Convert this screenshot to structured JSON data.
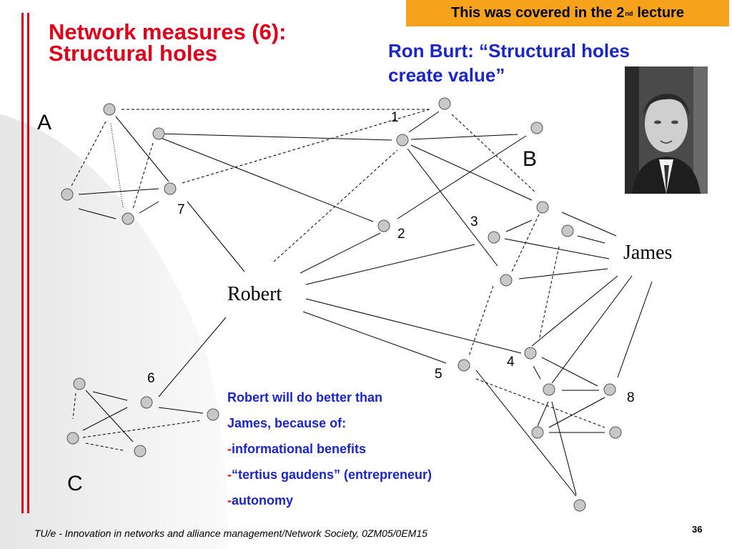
{
  "banner": {
    "prefix": "This was covered in the 2",
    "superscript": "nd",
    "suffix": "lecture"
  },
  "title": {
    "line1": "Network measures (6):",
    "line2": "Structural holes"
  },
  "quote": {
    "line1": "Ron Burt: “Structural holes",
    "line2": "create value”"
  },
  "labels": {
    "A": "A",
    "B": "B",
    "C": "C",
    "robert": "Robert",
    "james": "James",
    "n1": "1",
    "n2": "2",
    "n3": "3",
    "n4": "4",
    "n5": "5",
    "n6": "6",
    "n7": "7",
    "n8": "8"
  },
  "note": {
    "line1": "Robert will do better than",
    "line2": "James, because of:",
    "items": [
      "informational benefits",
      "“tertius gaudens” (entrepreneur)",
      "autonomy"
    ]
  },
  "footer": "TU/e - Innovation in networks and alliance management/Network Society, 0ZM05/0EM15",
  "page_number": "36",
  "colors": {
    "title_red": "#e0001a",
    "text_blue": "#1a26c8",
    "banner_orange": "#f7a21b",
    "node_fill": "#c8c8c8"
  }
}
